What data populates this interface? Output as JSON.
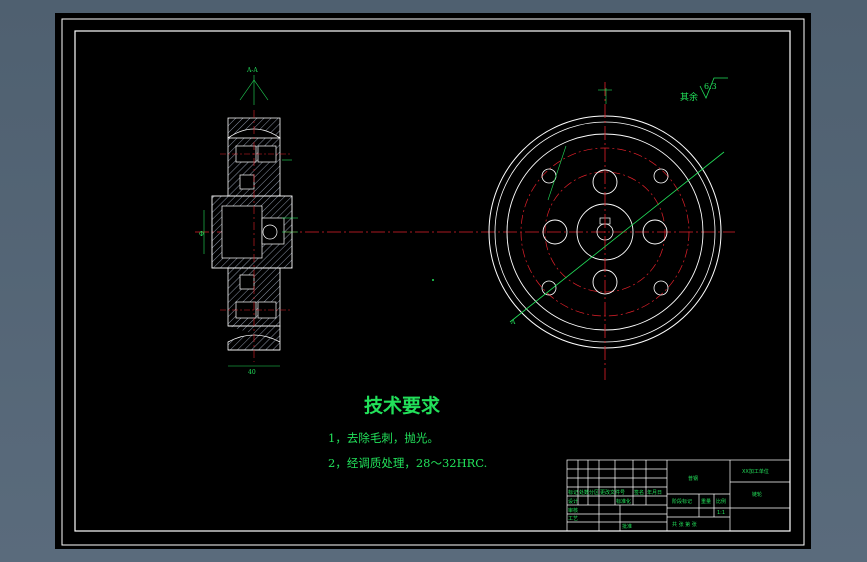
{
  "annotations": {
    "surface_roughness_prefix": "其余",
    "surface_roughness_value": "6.3",
    "section_label_top": "A-A",
    "section_label_left": "A",
    "dim_left": "Φ",
    "dim_bottom": "40"
  },
  "tech_requirements": {
    "title": "技术要求",
    "items": [
      "1，去除毛刺，抛光。",
      "2，经调质处理，28～32HRC."
    ]
  },
  "title_block": {
    "material": "普钢",
    "company": "XX加工单位",
    "part_name": "链轮",
    "row_labels": [
      "标记",
      "处数",
      "分区",
      "更改文件号",
      "签名",
      "年月日"
    ],
    "design_row": [
      "设计",
      "",
      "标准化"
    ],
    "audit_label": "审核",
    "process_label": "工艺",
    "approve_label": "批准",
    "stage_label": "阶段标记",
    "weight_label": "重量",
    "scale_label": "比例",
    "scale_value": "1:1",
    "sheet_info": "共 张  第 张"
  },
  "colors": {
    "sheet": "#000000",
    "border": "#ffffff",
    "line_white": "#ffffff",
    "center_red": "#e0202a",
    "dim_green": "#22e05a",
    "hatch": "#8d96a8"
  }
}
